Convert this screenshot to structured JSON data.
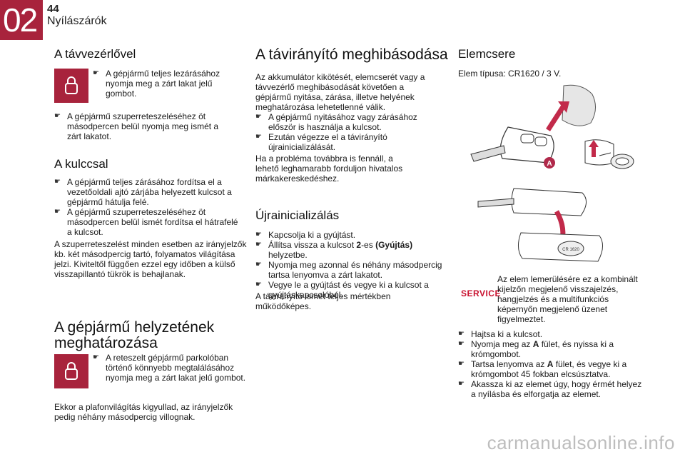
{
  "header": {
    "chapter": "02",
    "page": "44",
    "section": "Nyílászárók"
  },
  "col1": {
    "s1": {
      "title": "A távvezérlővel",
      "icon": "lock-icon",
      "bullet1": "A gépjármű teljes lezárásához nyomja meg a zárt lakat jelű gombot.",
      "bullet2": "A gépjármű szuperreteszeléséhez öt másodpercen belül nyomja meg ismét a zárt lakatot."
    },
    "s2": {
      "title": "A kulccsal",
      "bullet1": "A gépjármű teljes zárásához fordítsa el a vezetőoldali ajtó zárjába helyezett kulcsot a gépjármű hátulja felé.",
      "bullet2": "A gépjármű szuperreteszeléséhez öt másodpercen belül ismét fordítsa el hátrafelé a kulcsot.",
      "text": "A szuperreteszelést minden esetben az irányjelzők kb. két másodpercig tartó, folyamatos világítása jelzi. Kiviteltől függően ezzel egy időben a külső visszapillantó tükrök is behajlanak."
    },
    "s3": {
      "title_line1": "A gépjármű helyzetének",
      "title_line2": "meghatározása",
      "icon": "lock-icon",
      "bullet1": "A reteszelt gépjármű parkolóban történő könnyebb megtalálásához nyomja meg a zárt lakat jelű gombot.",
      "text": "Ekkor a plafonvilágítás kigyullad, az irányjelzők pedig néhány másodpercig villognak."
    }
  },
  "col2": {
    "s1": {
      "title": "A távirányító meghibásodása",
      "text1": "Az akkumulátor kikötését, elemcserét vagy a távvezérlő meghibásodását követően a gépjármű nyitása, zárása, illetve helyének meghatározása lehetetlenné válik.",
      "bullet1": "A gépjármű nyitásához vagy zárásához először is használja a kulcsot.",
      "bullet2": "Ezután végezze el a távirányító újrainicializálását.",
      "text2": "Ha a probléma továbbra is fennáll, a lehető leghamarabb forduljon hivatalos márkakereskedéshez."
    },
    "s2": {
      "title": "Újrainicializálás",
      "bullet1": "Kapcsolja ki a gyújtást.",
      "bullet2_a": "Állítsa vissza a kulcsot ",
      "bullet2_b": "2",
      "bullet2_c": "-es ",
      "bullet2_d": "(Gyújtás)",
      "bullet2_e": " helyzetbe.",
      "bullet3": "Nyomja meg azonnal és néhány másodpercig tartsa lenyomva a zárt lakatot.",
      "bullet4": "Vegye le a gyújtást és vegye ki a kulcsot a gyújtáskapcsolóból.",
      "text": "A távirányító ismét teljes mértékben működőképes."
    }
  },
  "col3": {
    "title": "Elemcsere",
    "battery_type": "Elem típusa: CR1620 / 3 V.",
    "label_a": "A",
    "service_label": "SERVICE",
    "service_text": "Az elem lemerülésére ez a kombinált kijelzőn megjelenő visszajelzés, hangjelzés és a multifunkciós képernyőn megjelenő üzenet figyelmeztet.",
    "bullet1": "Hajtsa ki a kulcsot.",
    "bullet2_a": "Nyomja meg az ",
    "bullet2_b": "A",
    "bullet2_c": " fület, és nyissa ki a krómgombot.",
    "bullet3_a": "Tartsa lenyomva az ",
    "bullet3_b": "A",
    "bullet3_c": " fület, és vegye ki a krómgombot 45 fokban elcsúsztatva.",
    "bullet4": "Akassza ki az elemet úgy, hogy érmét helyez a nyílásba és elforgatja az elemet.",
    "battery_marking": "CR 1620"
  },
  "footer": {
    "watermark": "carmanualsonline.info"
  },
  "colors": {
    "accent": "#a8233c",
    "service": "#c8102e"
  }
}
